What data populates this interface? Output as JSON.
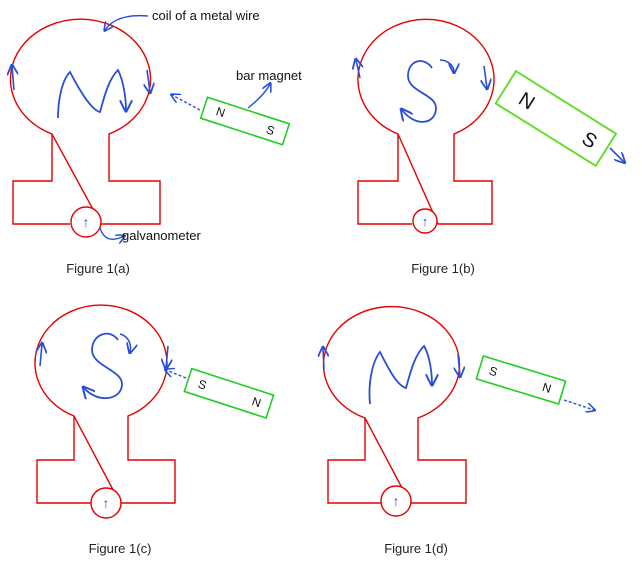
{
  "colors": {
    "circuit": "#e60000",
    "magnet": "#22cc22",
    "arrow": "#2a4fd6",
    "text": "#222222"
  },
  "labels": {
    "coil": "coil of a metal wire",
    "magnet": "bar magnet",
    "galvanometer": "galvanometer"
  },
  "figures": [
    {
      "caption": "Figure 1(a)",
      "coil_glyph": "N",
      "magnet_poles": [
        "N",
        "S"
      ],
      "galvanometer_glyph": "↑"
    },
    {
      "caption": "Figure 1(b)",
      "coil_glyph": "S",
      "magnet_poles": [
        "N",
        "S"
      ],
      "galvanometer_glyph": "↑"
    },
    {
      "caption": "Figure 1(c)",
      "coil_glyph": "S",
      "magnet_poles": [
        "S",
        "N"
      ],
      "galvanometer_glyph": "↑"
    },
    {
      "caption": "Figure 1(d)",
      "coil_glyph": "N",
      "magnet_poles": [
        "S",
        "N"
      ],
      "galvanometer_glyph": "↑"
    }
  ]
}
